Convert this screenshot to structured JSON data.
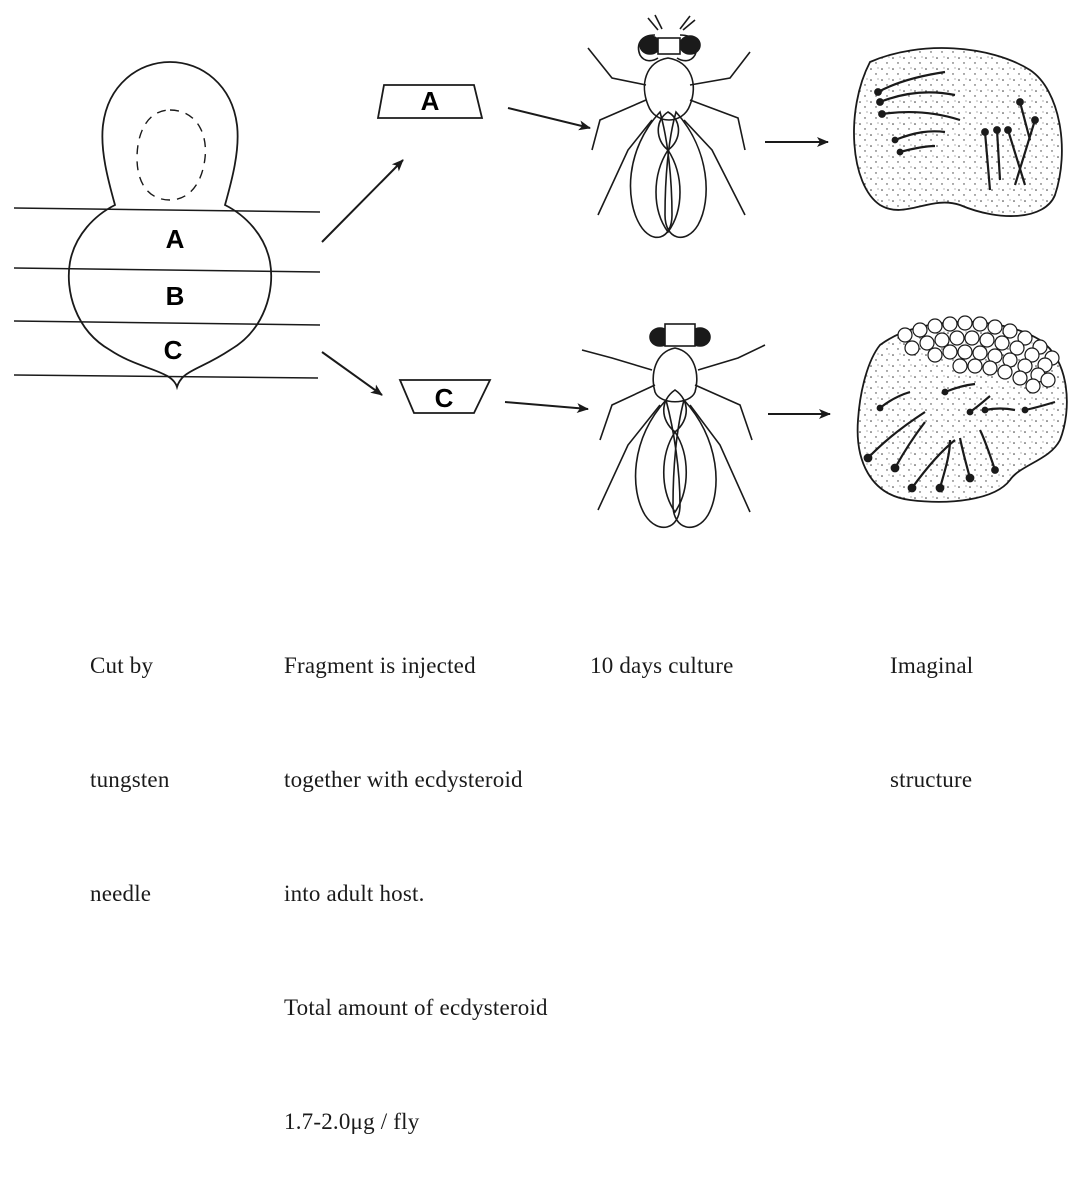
{
  "diagram": {
    "segments": [
      "A",
      "B",
      "C"
    ],
    "fragment_top": "A",
    "fragment_bottom": "C"
  },
  "captions": {
    "cut": [
      "Cut by",
      "tungsten",
      "needle"
    ],
    "inject": [
      "Fragment is injected",
      "together with ecdysteroid",
      "into adult host.",
      "Total amount of ecdysteroid",
      "1.7-2.0μg / fly"
    ],
    "culture": [
      "10 days culture"
    ],
    "result": [
      "Imaginal",
      "structure"
    ]
  },
  "colors": {
    "ink": "#1a1a1a",
    "paper": "#ffffff"
  }
}
